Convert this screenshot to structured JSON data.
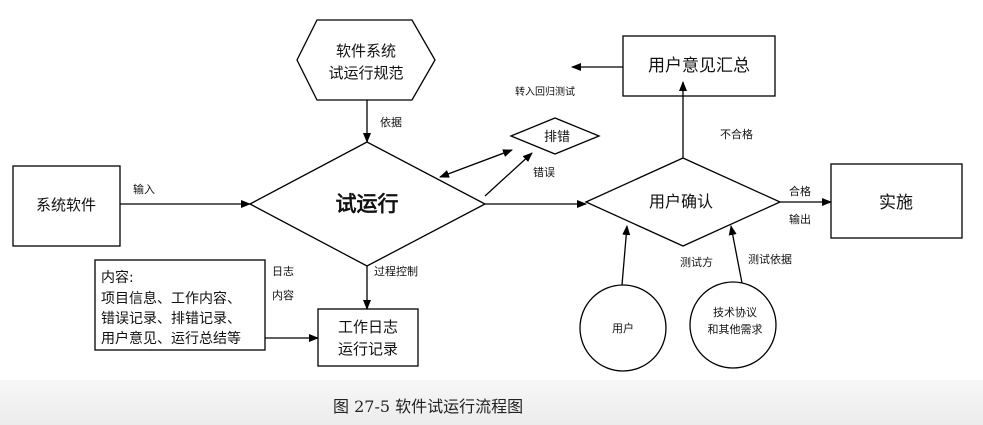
{
  "nodes": {
    "spec": [
      "软件系统",
      "试运行规范"
    ],
    "system_software": "系统软件",
    "trial_run": "试运行",
    "debug": "排错",
    "user_confirm": "用户确认",
    "feedback_summary": "用户意见汇总",
    "implement": "实施",
    "work_log": [
      "工作日志",
      "运行记录"
    ],
    "user": "用户",
    "tech_agreement": [
      "技术协议",
      "和其他需求"
    ]
  },
  "memo": {
    "lines": [
      "内容:",
      "项目信息、工作内容、",
      "错误记录、排错记录、",
      "用户意见、运行总结等"
    ]
  },
  "edge_labels": {
    "basis": "依据",
    "input": "输入",
    "error": "错误",
    "regression": "转入回归测试",
    "fail": "不合格",
    "pass": "合格",
    "output": "输出",
    "process_control": "过程控制",
    "log_content": [
      "日志",
      "内容"
    ],
    "tester": "测试方",
    "test_basis": "测试依据"
  },
  "caption": "图 27-5 软件试运行流程图"
}
